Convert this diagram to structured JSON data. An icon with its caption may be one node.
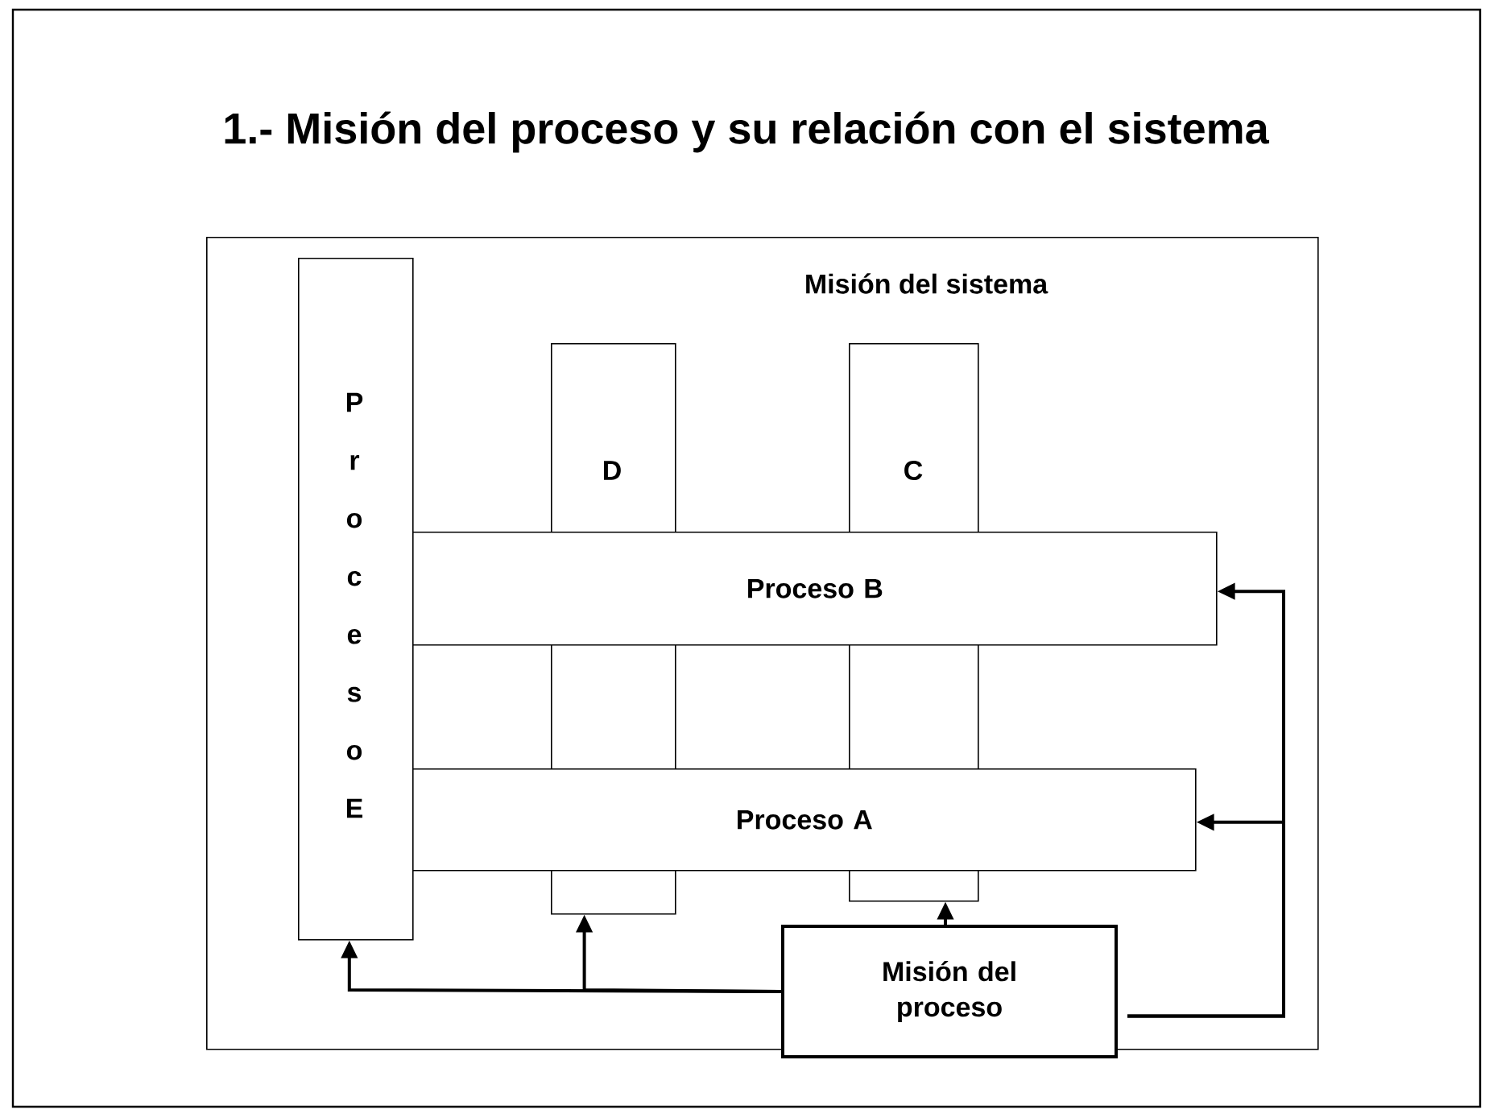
{
  "diagram": {
    "title": "1.- Misión del proceso y su relación con el sistema",
    "nodes": [
      {
        "text": [
          "Misión del sistema"
        ]
      },
      {
        "text": [
          "Proceso E"
        ],
        "in": 0
      },
      {
        "text": [
          "D"
        ],
        "in": 0
      },
      {
        "text": [
          "C"
        ],
        "in": 0
      },
      {
        "text": [
          "Proceso B"
        ],
        "in": 0
      },
      {
        "text": [
          "Proceso A"
        ],
        "in": 0
      },
      {
        "text": [
          "Misión del proceso"
        ],
        "in": 0
      }
    ],
    "edges": [
      {
        "from": 6,
        "to": 1,
        "arrow": "to"
      },
      {
        "from": 6,
        "to": 2,
        "arrow": "to"
      },
      {
        "from": 6,
        "to": 3,
        "arrow": "to"
      },
      {
        "from": 6,
        "to": 5,
        "arrow": "to"
      },
      {
        "from": 6,
        "to": 4,
        "arrow": "to"
      }
    ]
  }
}
